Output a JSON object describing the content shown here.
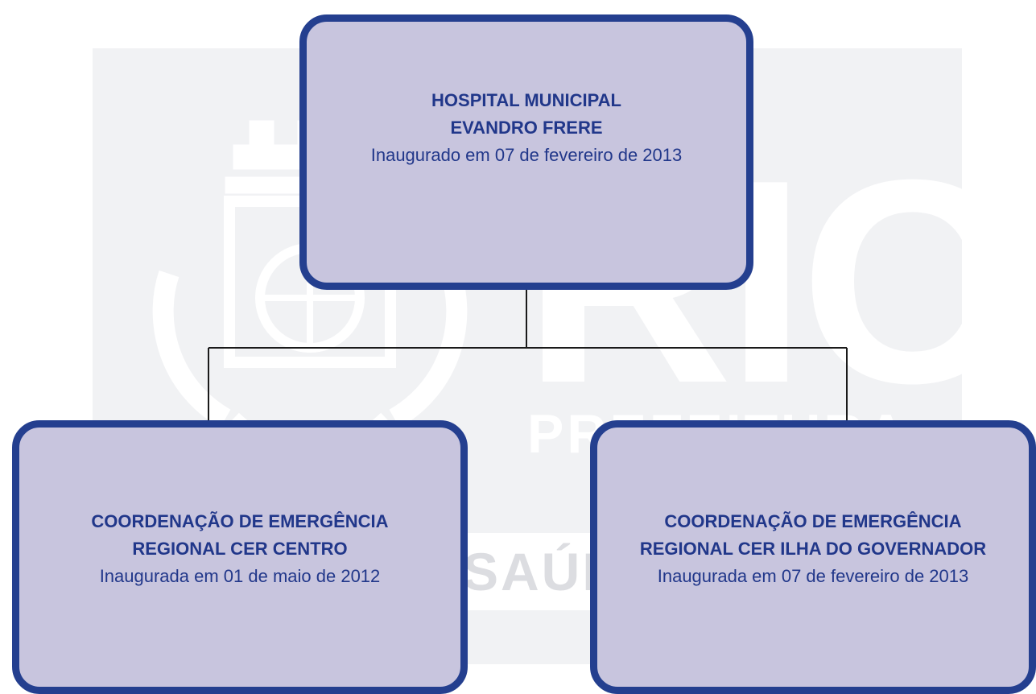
{
  "watermark": {
    "rio": "RIO",
    "prefeitura": "PREFEITURA",
    "saude": "SAÚDE"
  },
  "nodes": {
    "top": {
      "title_line1": "HOSPITAL MUNICIPAL",
      "title_line2": "EVANDRO FRERE",
      "subtitle": "Inaugurado em 07 de fevereiro de 2013"
    },
    "left": {
      "title_line1": "COORDENAÇÃO DE EMERGÊNCIA",
      "title_line2": "REGIONAL CER CENTRO",
      "subtitle": "Inaugurada em 01 de maio de 2012"
    },
    "right": {
      "title_line1": "COORDENAÇÃO DE EMERGÊNCIA",
      "title_line2": "REGIONAL CER ILHA DO GOVERNADOR",
      "subtitle": "Inaugurada em 07 de fevereiro de 2013"
    }
  },
  "colors": {
    "box_fill": "#c8c5de",
    "box_border": "#243f8f",
    "text": "#21378a",
    "connector": "#1a1a1a",
    "background_panel": "#f1f2f4"
  }
}
